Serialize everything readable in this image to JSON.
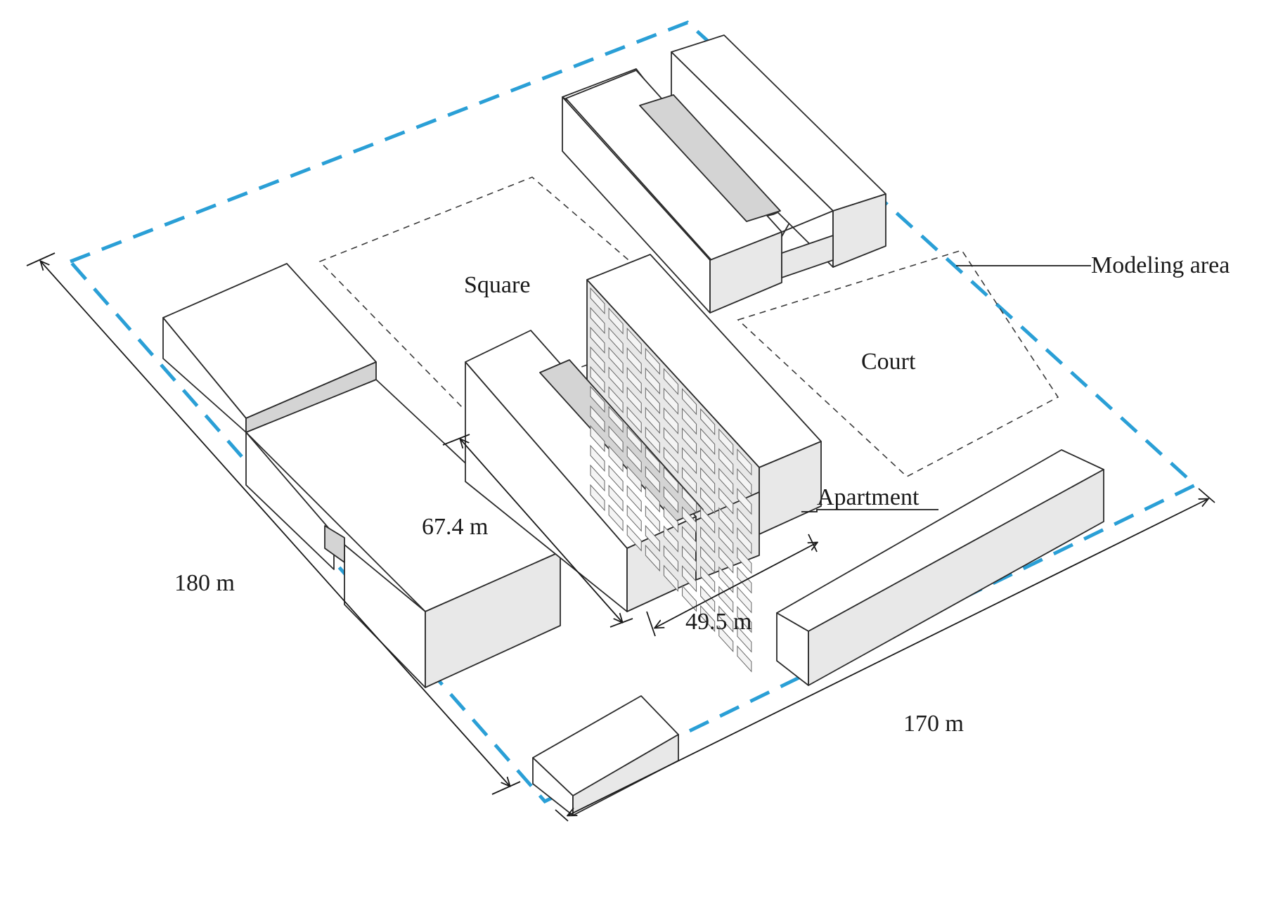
{
  "labels": {
    "modeling_area": "Modeling area",
    "square": "Square",
    "court": "Court",
    "apartment": "Apartment",
    "dim_length": "67.4 m",
    "dim_width": "49.5 m",
    "dim_site_left": "180 m",
    "dim_site_bottom": "170 m"
  },
  "colors": {
    "modeling_area_boundary": "#2a9fd6",
    "building_roof": "#ffffff",
    "building_wall_shaded": "#e8e8e8",
    "line": "#2b2b2b"
  }
}
